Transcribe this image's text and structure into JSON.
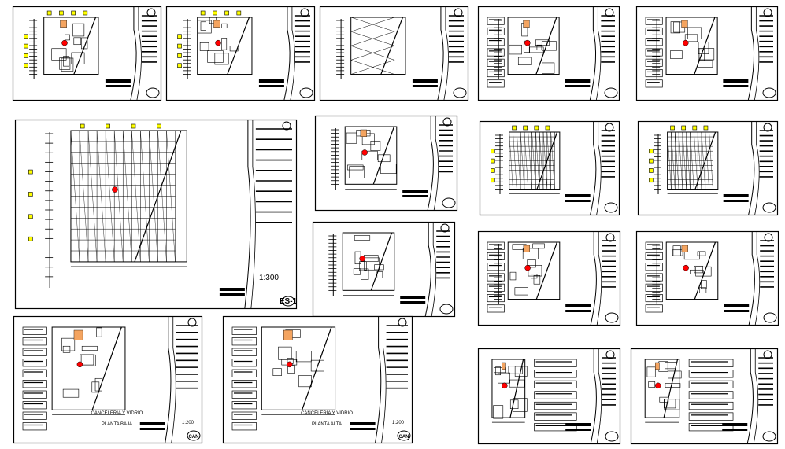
{
  "sheets": [
    {
      "id": "s1",
      "code": "",
      "scale": "",
      "title": [],
      "kind": "plan-axes"
    },
    {
      "id": "s2",
      "code": "",
      "scale": "",
      "title": [],
      "kind": "plan-axes"
    },
    {
      "id": "s3",
      "code": "",
      "scale": "",
      "title": [],
      "kind": "roof"
    },
    {
      "id": "s4",
      "code": "",
      "scale": "",
      "title": [],
      "kind": "plan-detail"
    },
    {
      "id": "s5",
      "code": "",
      "scale": "",
      "title": [],
      "kind": "plan-detail"
    },
    {
      "id": "s6",
      "code": "ES-1",
      "scale": "1:300",
      "title": [],
      "kind": "structural"
    },
    {
      "id": "s7",
      "code": "",
      "scale": "",
      "title": [],
      "kind": "plan-small"
    },
    {
      "id": "s8",
      "code": "",
      "scale": "",
      "title": [],
      "kind": "grid-plan"
    },
    {
      "id": "s9",
      "code": "",
      "scale": "",
      "title": [],
      "kind": "grid-plan"
    },
    {
      "id": "s10",
      "code": "",
      "scale": "",
      "title": [],
      "kind": "site"
    },
    {
      "id": "s11",
      "code": "",
      "scale": "",
      "title": [],
      "kind": "plan-detail"
    },
    {
      "id": "s12",
      "code": "",
      "scale": "",
      "title": [],
      "kind": "plan-detail"
    },
    {
      "id": "s13",
      "code": "CAN",
      "scale": "1:200",
      "title": [
        "CANCELERÍA Y VIDRIO",
        "PLANTA BAJA"
      ],
      "kind": "joinery"
    },
    {
      "id": "s14",
      "code": "CAN",
      "scale": "1:200",
      "title": [
        "CANCELERÍA Y VIDRIO",
        "PLANTA ALTA"
      ],
      "kind": "joinery"
    },
    {
      "id": "s15",
      "code": "",
      "scale": "",
      "title": [],
      "kind": "schedule"
    },
    {
      "id": "s16",
      "code": "",
      "scale": "",
      "title": [],
      "kind": "schedule"
    }
  ],
  "colors": {
    "line": "#000000",
    "marker_fill": "#ffff00",
    "marker_stroke": "#000000",
    "highlight": "#ff0000",
    "accent": "#f4a460"
  }
}
